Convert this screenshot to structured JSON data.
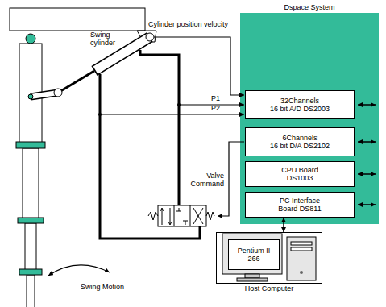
{
  "diagram": {
    "nodes": [
      {
        "text": [
          "Dspace System"
        ]
      },
      {
        "text": [
          "32Channels",
          "16 bit A/D DS2003"
        ],
        "in": 0
      },
      {
        "text": [
          "6Channels",
          "16 bit D/A DS2102"
        ],
        "in": 0
      },
      {
        "text": [
          "CPU Board",
          "DS1003"
        ],
        "in": 0
      },
      {
        "text": [
          "PC Interface",
          "Board DS811"
        ],
        "in": 0
      },
      {
        "text": [
          "Host Computer"
        ]
      },
      {
        "text": [
          "Pentium II 266"
        ],
        "in": 5
      }
    ],
    "edges": [
      {
        "from": 4,
        "to": 5,
        "arrow": "both"
      }
    ],
    "labels": [
      "Swing cylinder",
      "Cylinder position velocity",
      "P1",
      "P2",
      "Valve Command",
      "Swing Motion"
    ]
  }
}
